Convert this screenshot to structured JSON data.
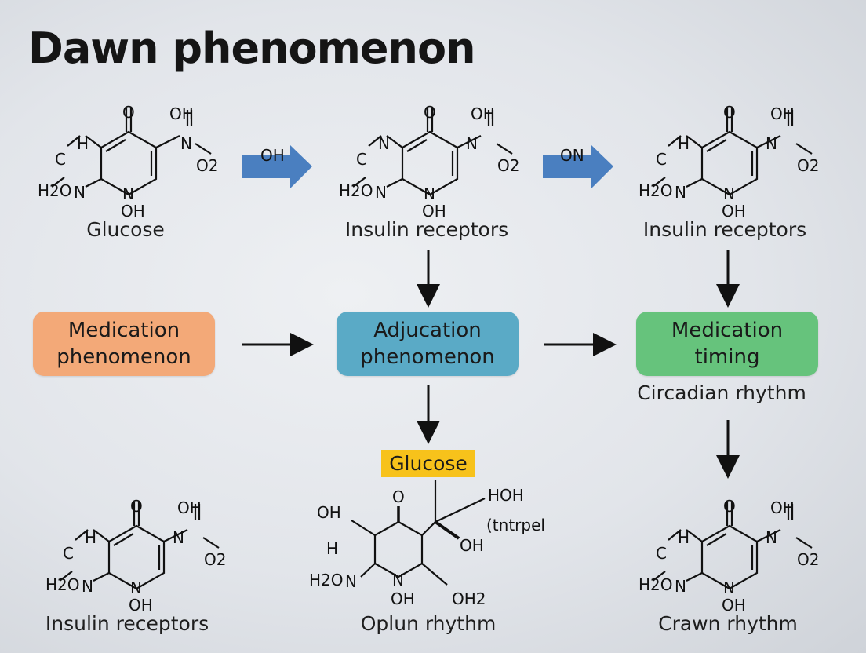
{
  "title": "Dawn phenomenon",
  "molecule_atoms": {
    "top_o": "O",
    "oh_top": "OH",
    "n_ring": "N",
    "n_nitro": "N",
    "o2": "O2",
    "oh_bottom": "OH",
    "h_label": "H",
    "c_label": "C",
    "ho_left": "H2O",
    "n_left": "N"
  },
  "molecules": [
    {
      "label": "Glucose"
    },
    {
      "label": "Insulin receptors"
    },
    {
      "label": "Insulin receptors"
    },
    {
      "label": "Insulin receptors"
    },
    {
      "label": "Crawn rhythm"
    }
  ],
  "big_arrows": [
    {
      "label": "OH",
      "color": "#4a7fc0"
    },
    {
      "label": "ON",
      "color": "#4a7fc0"
    }
  ],
  "nodes": {
    "medication_phenomenon": {
      "line1": "Medication",
      "line2": "phenomenon",
      "color": "#f3a978"
    },
    "adjucation_phenomenon": {
      "line1": "Adjucation",
      "line2": "phenomenon",
      "color": "#5aaac6"
    },
    "medication_timing": {
      "line1": "Medication",
      "line2": "timing",
      "color": "#66c37c"
    }
  },
  "circadian_label": "Circadian rhythm",
  "glucose_highlight": "Glucose",
  "center_molecule": {
    "label": "Oplun rhythm",
    "atoms": {
      "o_top": "O",
      "hoh": "HOH",
      "tntrpel": "(tntrpel",
      "oh_left": "OH",
      "oh_right": "OH",
      "h": "H",
      "h2o": "H2O",
      "n_left": "N",
      "n_ring": "N",
      "oh_bottom": "OH",
      "oh2": "OH2"
    }
  }
}
